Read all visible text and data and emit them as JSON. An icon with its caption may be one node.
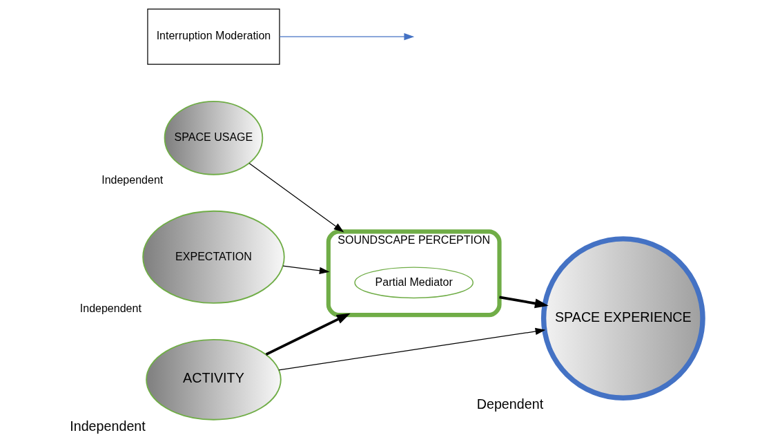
{
  "diagram": {
    "nodes": [
      {
        "text": [
          "SPACE USAGE"
        ],
        "beside": [
          "Independent"
        ]
      },
      {
        "text": [
          "EXPECTATION"
        ],
        "beside": [
          "Independent"
        ]
      },
      {
        "text": [
          "SOUNDSCAPE PERCEPTION"
        ]
      },
      {
        "text": [
          "Partial Mediator"
        ],
        "in": 2
      },
      {
        "text": [
          "ACTIVITY"
        ],
        "beside": [
          "Independent"
        ]
      },
      {
        "text": [
          "SPACE EXPERIENCE"
        ],
        "beside": [
          "Dependent"
        ]
      },
      {
        "text": [
          "Interruption Moderation"
        ]
      }
    ],
    "edges": [
      {
        "from": 0,
        "to": 2,
        "arrow": "to"
      },
      {
        "from": 1,
        "to": 2,
        "arrow": "to"
      },
      {
        "from": 4,
        "to": 2,
        "arrow": "to",
        "style": "thick"
      },
      {
        "from": 2,
        "to": 5,
        "arrow": "to",
        "style": "thick"
      },
      {
        "from": 4,
        "to": 5,
        "arrow": "to"
      },
      {
        "from": 6,
        "to": null,
        "arrow": "to",
        "color": "#4472c4"
      }
    ]
  }
}
